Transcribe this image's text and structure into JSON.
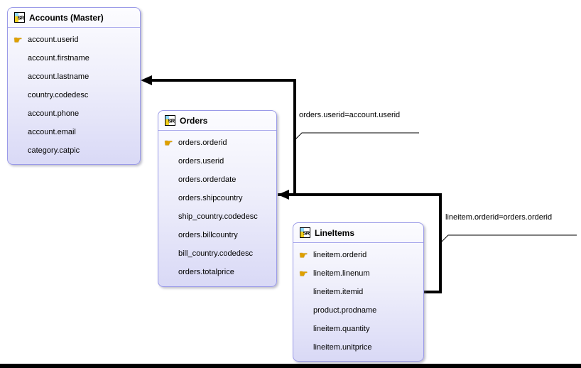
{
  "diagram": {
    "tables": [
      {
        "name": "accounts",
        "title": "Accounts (Master)",
        "icon_text": "SR",
        "fields": [
          {
            "label": "account.userid",
            "key": true
          },
          {
            "label": "account.firstname",
            "key": false
          },
          {
            "label": "account.lastname",
            "key": false
          },
          {
            "label": "country.codedesc",
            "key": false
          },
          {
            "label": "account.phone",
            "key": false
          },
          {
            "label": "account.email",
            "key": false
          },
          {
            "label": "category.catpic",
            "key": false
          }
        ]
      },
      {
        "name": "orders",
        "title": "Orders",
        "icon_text": "SR",
        "fields": [
          {
            "label": "orders.orderid",
            "key": true
          },
          {
            "label": "orders.userid",
            "key": false
          },
          {
            "label": "orders.orderdate",
            "key": false
          },
          {
            "label": "orders.shipcountry",
            "key": false
          },
          {
            "label": "ship_country.codedesc",
            "key": false
          },
          {
            "label": "orders.billcountry",
            "key": false
          },
          {
            "label": "bill_country.codedesc",
            "key": false
          },
          {
            "label": "orders.totalprice",
            "key": false
          }
        ]
      },
      {
        "name": "lineitems",
        "title": "LineItems",
        "icon_text": "SR",
        "fields": [
          {
            "label": "lineitem.orderid",
            "key": true
          },
          {
            "label": "lineitem.linenum",
            "key": true
          },
          {
            "label": "lineitem.itemid",
            "key": false
          },
          {
            "label": "product.prodname",
            "key": false
          },
          {
            "label": "lineitem.quantity",
            "key": false
          },
          {
            "label": "lineitem.unitprice",
            "key": false
          }
        ]
      }
    ],
    "relationships": [
      {
        "label": "orders.userid=account.userid",
        "from": "orders",
        "to": "accounts"
      },
      {
        "label": "lineitem.orderid=orders.orderid",
        "from": "lineitems",
        "to": "orders"
      }
    ],
    "icons": {
      "table_icon": "sr-table-icon",
      "primary_key_icon": "pointing-hand-key-icon",
      "primary_key_glyph": "☛"
    },
    "colors": {
      "table_border": "#9a9ae8",
      "table_fill_top": "#fbfbff",
      "table_fill_bottom": "#d9d9f6",
      "connector": "#000000",
      "key_icon": "#dfa000",
      "icon_cyan": "#8ed8f8",
      "icon_yellow": "#f2cf1d",
      "background": "#ffffff"
    }
  }
}
